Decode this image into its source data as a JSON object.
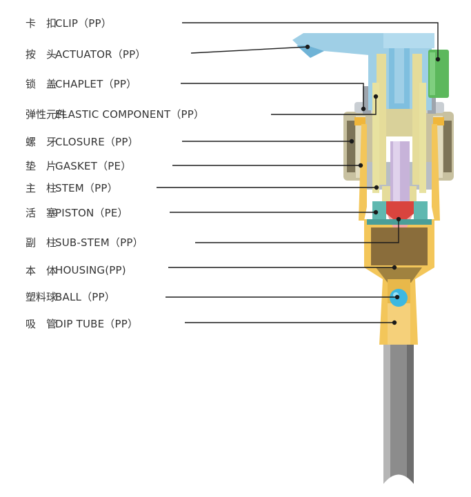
{
  "parts": [
    {
      "zh": "卡　扣",
      "en": "CLIP（PP）"
    },
    {
      "zh": "按　头",
      "en": "ACTUATOR（PP）"
    },
    {
      "zh": "锁　盖",
      "en": "CHAPLET（PP）"
    },
    {
      "zh": "弹性元件",
      "en": "ELASTIC COMPONENT（PP）"
    },
    {
      "zh": "螺　牙",
      "en": "CLOSURE（PP）"
    },
    {
      "zh": "垫　片",
      "en": "GASKET（PE）"
    },
    {
      "zh": "主　柱",
      "en": "STEM（PP）"
    },
    {
      "zh": "活　塞",
      "en": "PISTON（PE）"
    },
    {
      "zh": "副　柱",
      "en": "SUB-STEM（PP）"
    },
    {
      "zh": "本　体",
      "en": "HOUSING(PP)"
    },
    {
      "zh": "塑料球",
      "en": "BALL（PP）"
    },
    {
      "zh": "吸　管",
      "en": "DIP TUBE（PP）"
    }
  ],
  "colors": {
    "clip": "#5cb85c",
    "actuator": "#9fcfe6",
    "chaplet": "#c9ced3",
    "elastic": "#e8e2a0",
    "closure": "#c8c1a0",
    "gasket": "#f0b63a",
    "stem": "#e5dc9a",
    "piston": "#d9443e",
    "substem": "#c7b3d9",
    "housing": "#8a6d3b",
    "ball": "#3db8e0",
    "diptube": "#8c8c8c"
  }
}
